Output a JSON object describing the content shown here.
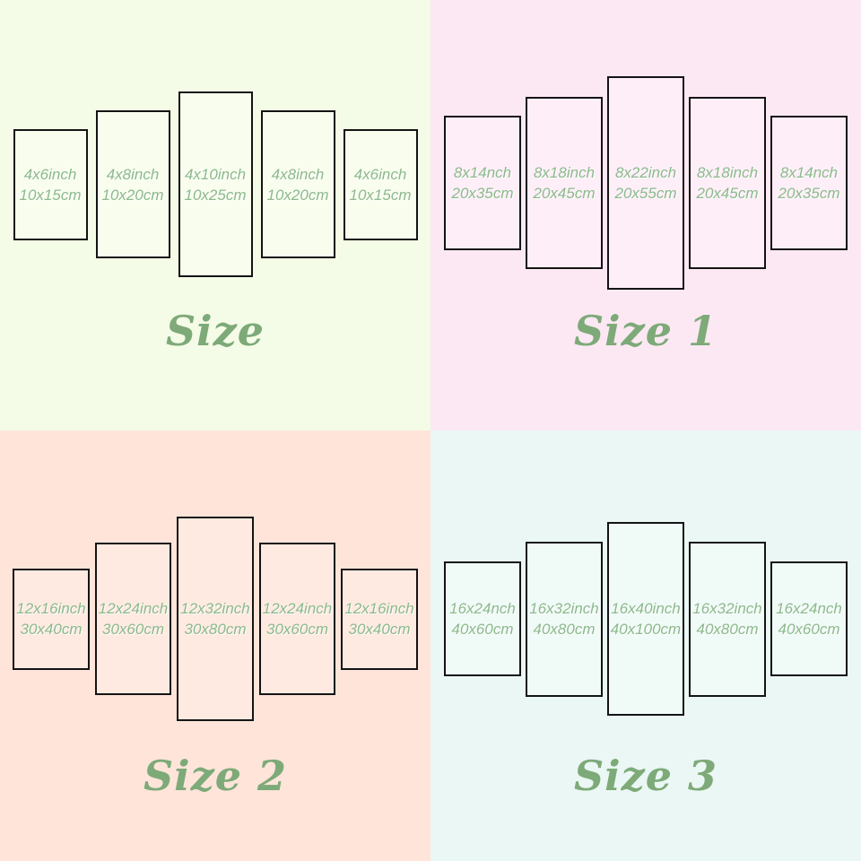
{
  "quadrants": [
    {
      "title": "Size",
      "background": "#f4fbe6",
      "panel_fill": "#f8fdee",
      "panels": [
        {
          "inch": "4x6inch",
          "cm": "10x15cm"
        },
        {
          "inch": "4x8inch",
          "cm": "10x20cm"
        },
        {
          "inch": "4x10inch",
          "cm": "10x25cm"
        },
        {
          "inch": "4x8inch",
          "cm": "10x20cm"
        },
        {
          "inch": "4x6inch",
          "cm": "10x15cm"
        }
      ]
    },
    {
      "title": "Size 1",
      "background": "#fce8f3",
      "panel_fill": "#fdeef7",
      "panels": [
        {
          "inch": "8x14nch",
          "cm": "20x35cm"
        },
        {
          "inch": "8x18inch",
          "cm": "20x45cm"
        },
        {
          "inch": "8x22inch",
          "cm": "20x55cm"
        },
        {
          "inch": "8x18inch",
          "cm": "20x45cm"
        },
        {
          "inch": "8x14nch",
          "cm": "20x35cm"
        }
      ]
    },
    {
      "title": "Size 2",
      "background": "#fee4d9",
      "panel_fill": "#feeae0",
      "panels": [
        {
          "inch": "12x16inch",
          "cm": "30x40cm"
        },
        {
          "inch": "12x24inch",
          "cm": "30x60cm"
        },
        {
          "inch": "12x32inch",
          "cm": "30x80cm"
        },
        {
          "inch": "12x24inch",
          "cm": "30x60cm"
        },
        {
          "inch": "12x16inch",
          "cm": "30x40cm"
        }
      ]
    },
    {
      "title": "Size 3",
      "background": "#eaf7f4",
      "panel_fill": "#f0faf7",
      "panels": [
        {
          "inch": "16x24nch",
          "cm": "40x60cm"
        },
        {
          "inch": "16x32inch",
          "cm": "40x80cm"
        },
        {
          "inch": "16x40inch",
          "cm": "40x100cm"
        },
        {
          "inch": "16x32inch",
          "cm": "40x80cm"
        },
        {
          "inch": "16x24nch",
          "cm": "40x60cm"
        }
      ]
    }
  ],
  "colors": {
    "panel_border": "#141414",
    "panel_label_text": "#8cb98c",
    "title_text": "#7daa78"
  }
}
